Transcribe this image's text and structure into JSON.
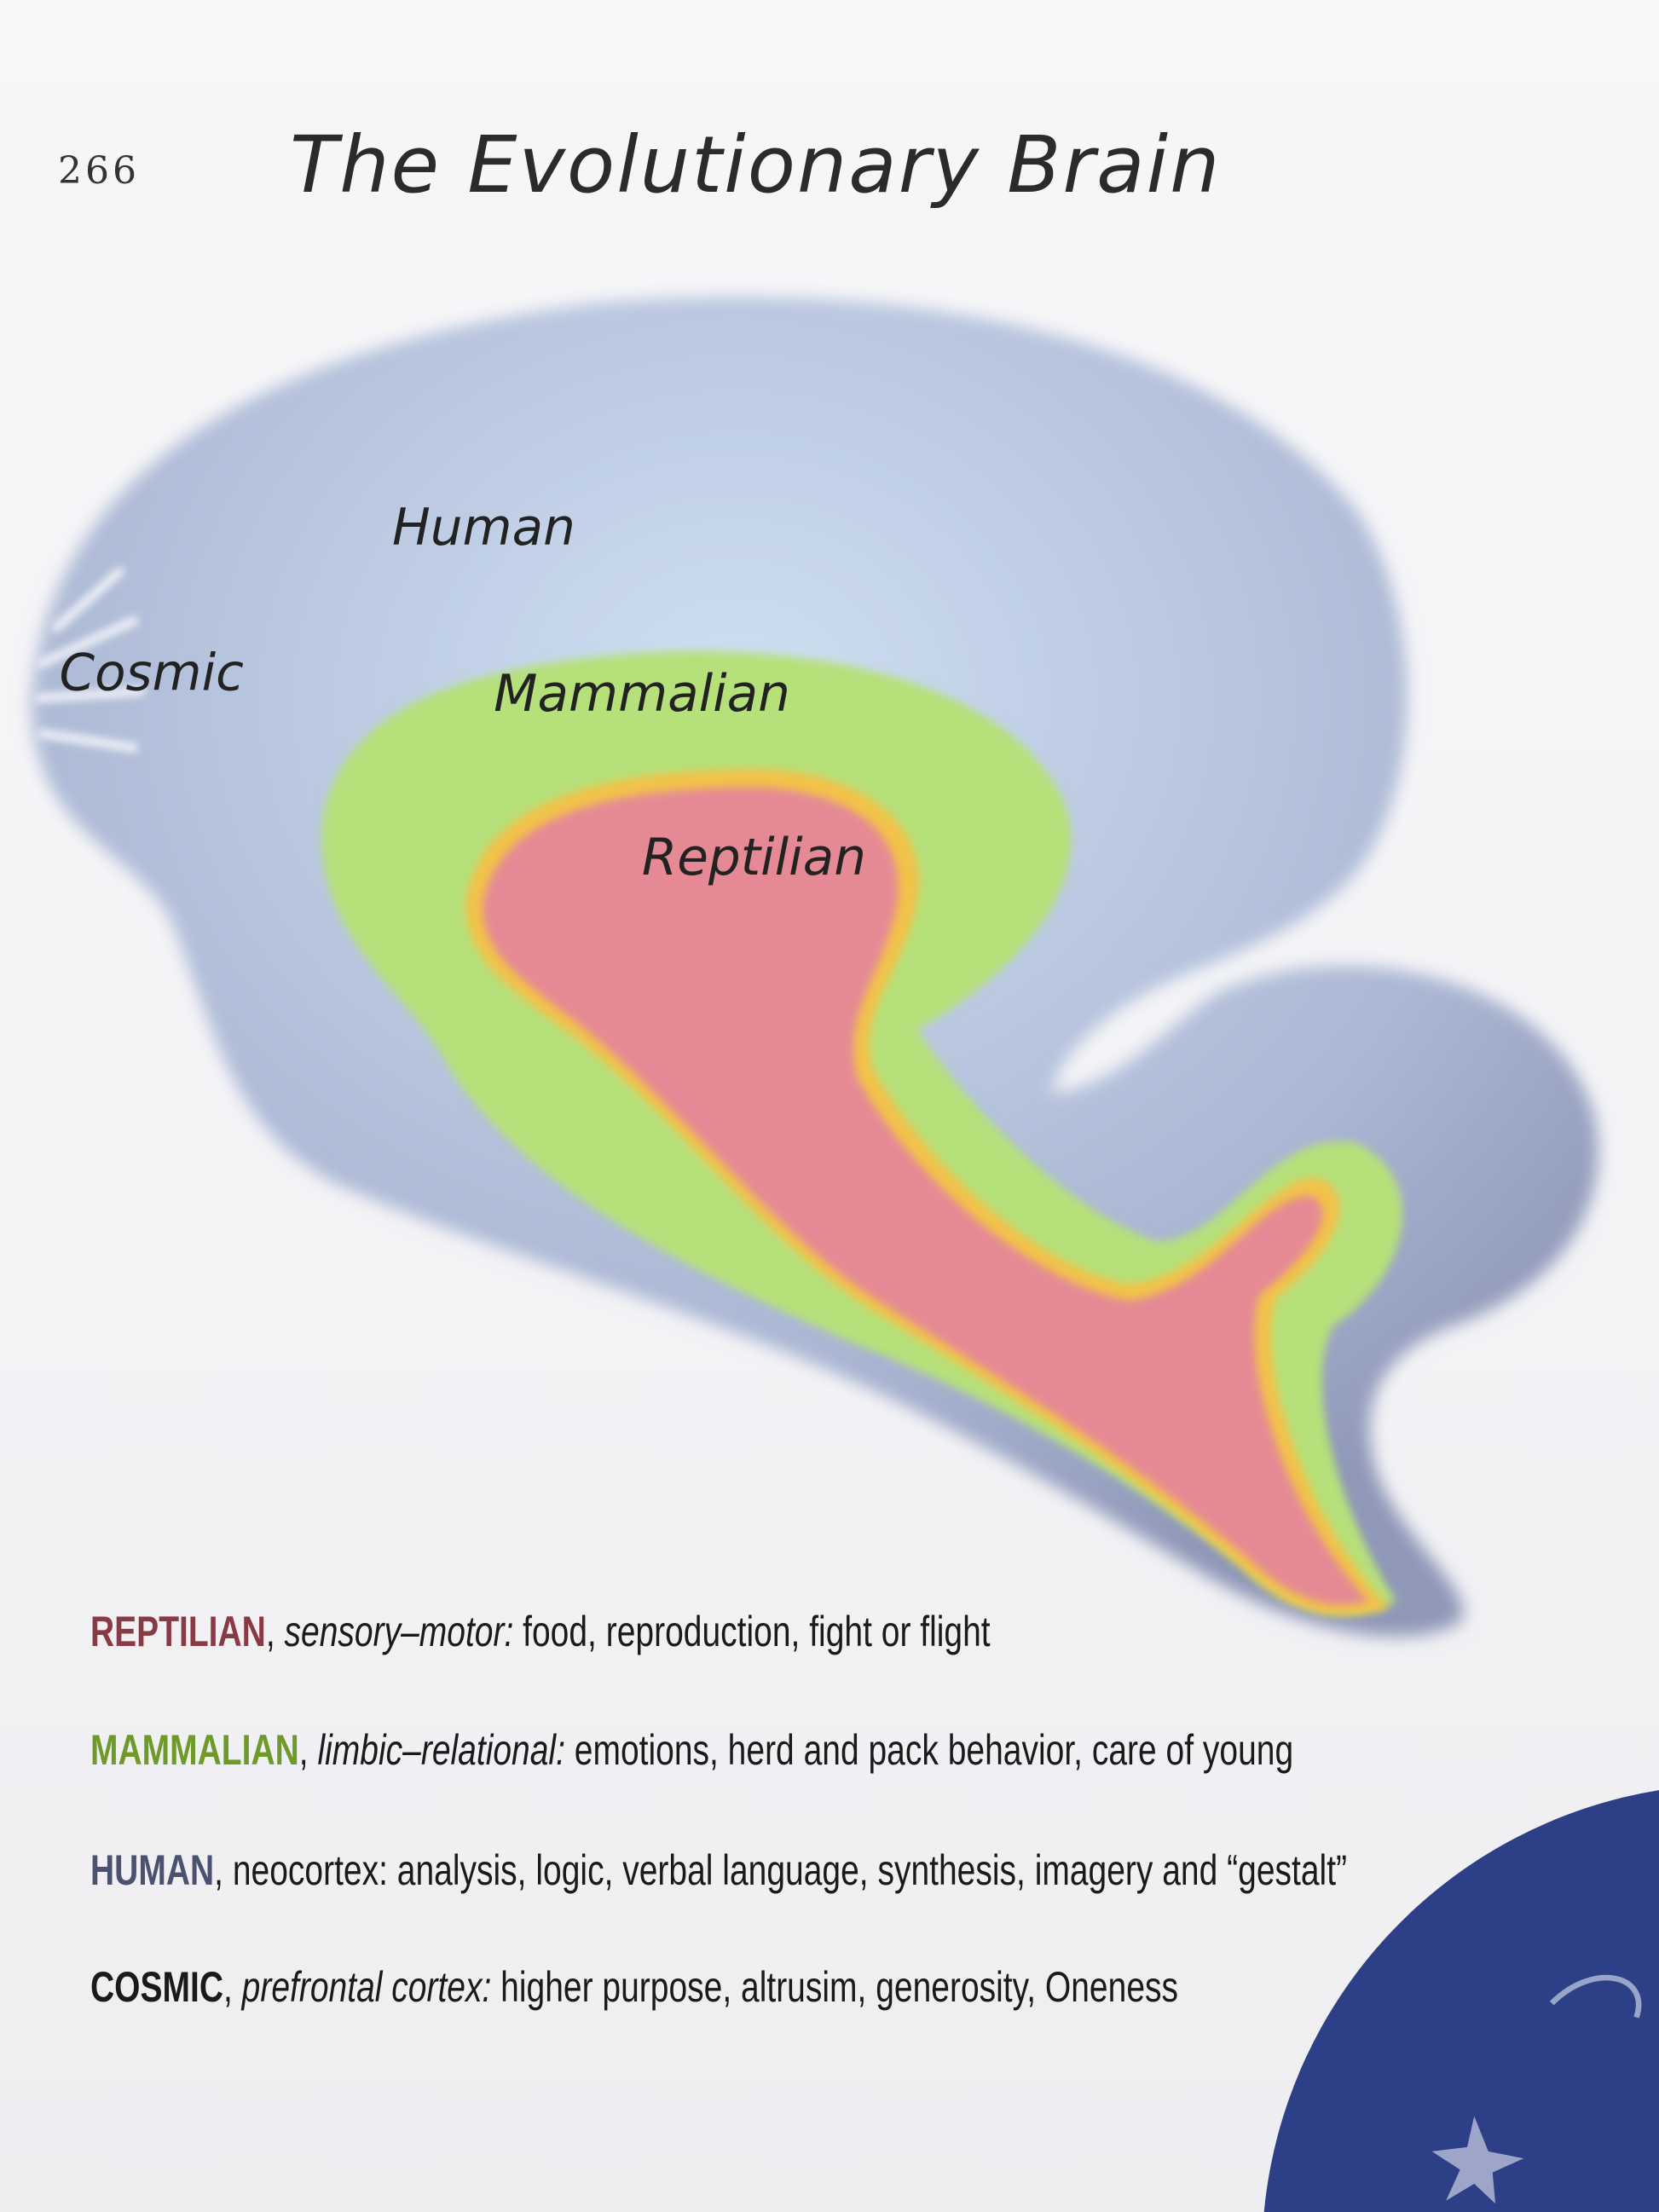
{
  "page_number": "266",
  "title": "The Evolutionary Brain",
  "diagram": {
    "labels": {
      "human": "Human",
      "cosmic": "Cosmic",
      "mammalian": "Mammalian",
      "reptilian": "Reptilian"
    },
    "colors": {
      "human": "#aebbd6",
      "mammalian": "#b6e07a",
      "reptilian": "#e58a94",
      "border": "#f2c24a",
      "planet": "#2d3f86"
    }
  },
  "legend": [
    {
      "key": "REPTILIAN",
      "sep": ", ",
      "qualifier": "sensory–motor:",
      "qualifier_italic": true,
      "text": " food, reproduction, fight or flight"
    },
    {
      "key": "MAMMALIAN",
      "sep": ", ",
      "qualifier": "limbic–relational:",
      "qualifier_italic": true,
      "text": " emotions, herd and pack behavior, care of young"
    },
    {
      "key": "HUMAN",
      "sep": ", ",
      "qualifier": "neocortex:",
      "qualifier_italic": false,
      "text": " analysis, logic, verbal language, synthesis, imagery and “gestalt”"
    },
    {
      "key": "COSMIC",
      "sep": ", ",
      "qualifier": "prefrontal cortex:",
      "qualifier_italic": true,
      "text": " higher purpose, altrusim, generosity, Oneness"
    }
  ]
}
